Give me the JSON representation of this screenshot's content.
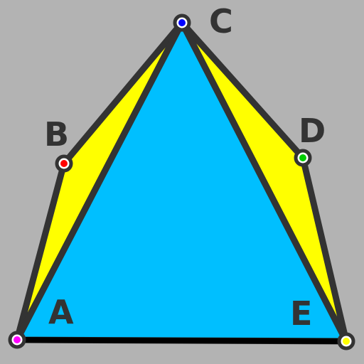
{
  "background_color": "#b3b3b3",
  "colors": {
    "outline": "#333333",
    "fill_yellow": "#ffff00",
    "fill_cyan": "#00bfff",
    "base_edge": "#000000"
  },
  "vertices": [
    {
      "id": "A",
      "label": "A",
      "dot_color": "#ff00ff"
    },
    {
      "id": "B",
      "label": "B",
      "dot_color": "#ff0000"
    },
    {
      "id": "C",
      "label": "C",
      "dot_color": "#0000ff"
    },
    {
      "id": "D",
      "label": "D",
      "dot_color": "#00cc00"
    },
    {
      "id": "E",
      "label": "E",
      "dot_color": "#ffff00"
    }
  ]
}
